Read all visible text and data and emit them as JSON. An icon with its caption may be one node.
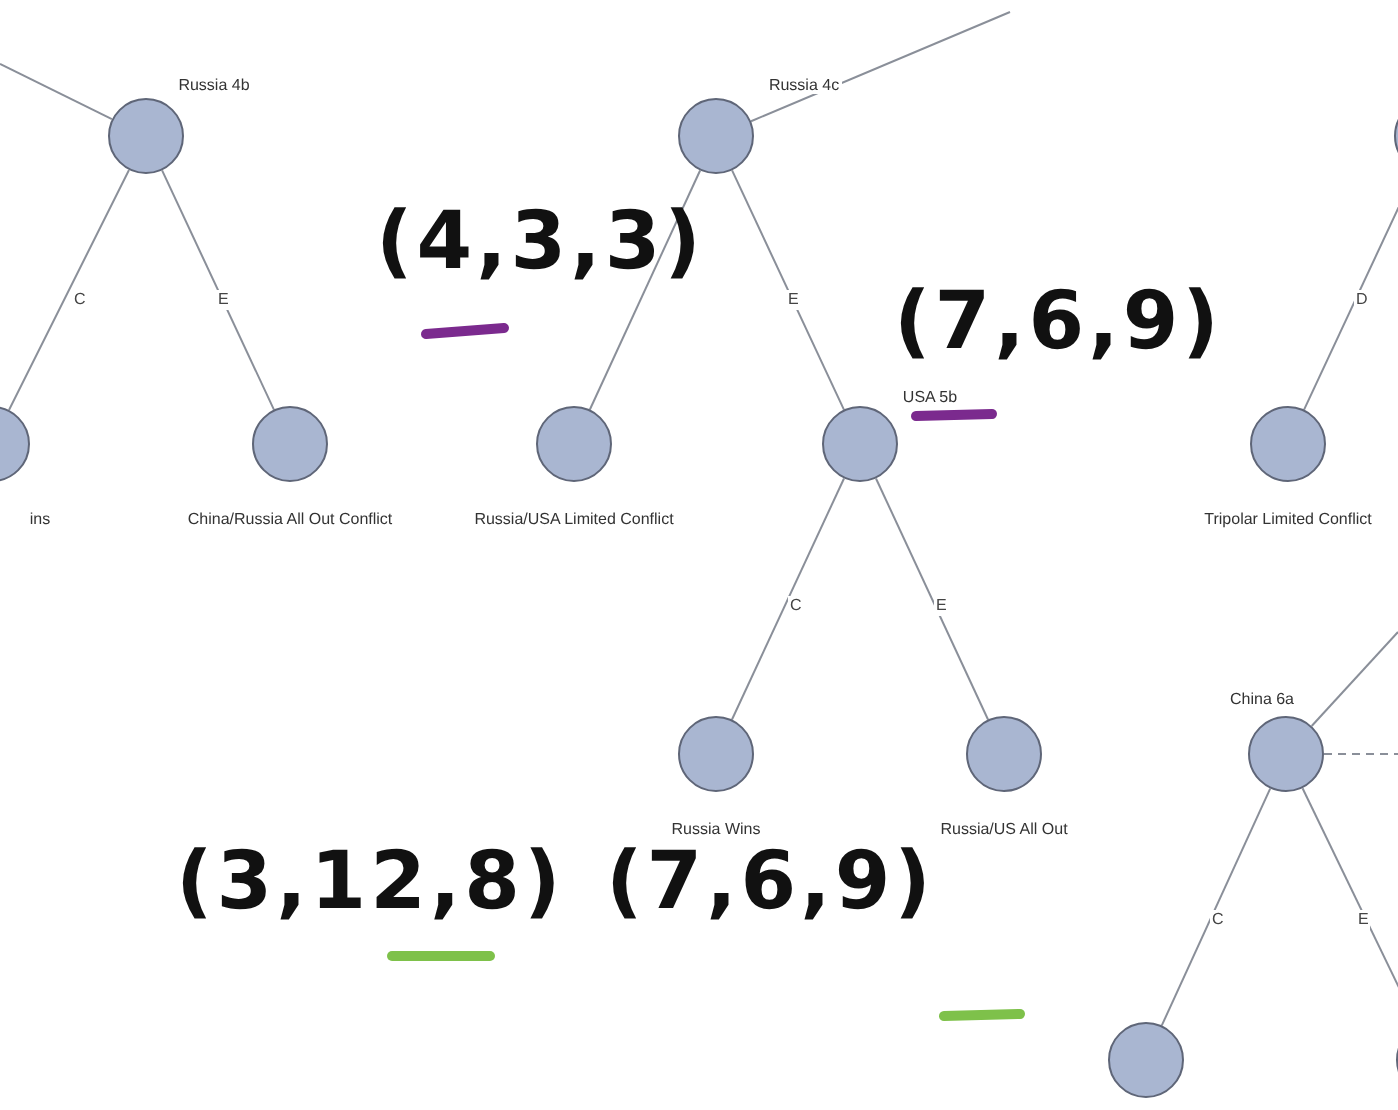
{
  "diagram": {
    "nodes": [
      {
        "text": [
          "Russia 4b"
        ]
      },
      {
        "text": [
          "ins"
        ]
      },
      {
        "text": [
          "China/Russia All Out Conflict"
        ]
      },
      {
        "text": [
          "Russia/USA Limited Conflict"
        ]
      },
      {
        "text": [
          "Russia 4c"
        ]
      },
      {
        "text": [
          "USA 5b"
        ]
      },
      {
        "text": [
          "Tripolar Limited Conflict"
        ]
      },
      {
        "text": [],
        "shape": "circle"
      },
      {
        "text": [
          "Russia Wins"
        ]
      },
      {
        "text": [
          "Russia/US All Out"
        ]
      },
      {
        "text": [
          "China 6a"
        ]
      },
      {
        "text": [],
        "shape": "circle"
      },
      {
        "text": [],
        "shape": "circle"
      }
    ],
    "edges": [
      {
        "from": null,
        "to": 0,
        "arrow": "none"
      },
      {
        "from": 0,
        "to": 1,
        "arrow": "none",
        "label": "C"
      },
      {
        "from": 0,
        "to": 2,
        "arrow": "none",
        "label": "E"
      },
      {
        "from": 4,
        "to": null,
        "arrow": "none"
      },
      {
        "from": 4,
        "to": 3,
        "arrow": "none"
      },
      {
        "from": 4,
        "to": 5,
        "arrow": "none",
        "label": "E"
      },
      {
        "from": 7,
        "to": 6,
        "arrow": "none",
        "label": "D"
      },
      {
        "from": 5,
        "to": 8,
        "arrow": "none",
        "label": "C"
      },
      {
        "from": 5,
        "to": 9,
        "arrow": "none",
        "label": "E"
      },
      {
        "from": 10,
        "to": null,
        "arrow": "none"
      },
      {
        "from": 10,
        "to": null,
        "arrow": "none",
        "style": "dashed"
      },
      {
        "from": 10,
        "to": 11,
        "arrow": "none",
        "label": "C"
      },
      {
        "from": 10,
        "to": 12,
        "arrow": "none",
        "label": "E"
      }
    ],
    "labels": [
      "(4,3,3)",
      "(7,6,9)",
      "(3,12,8)",
      "(7,6,9)"
    ]
  }
}
